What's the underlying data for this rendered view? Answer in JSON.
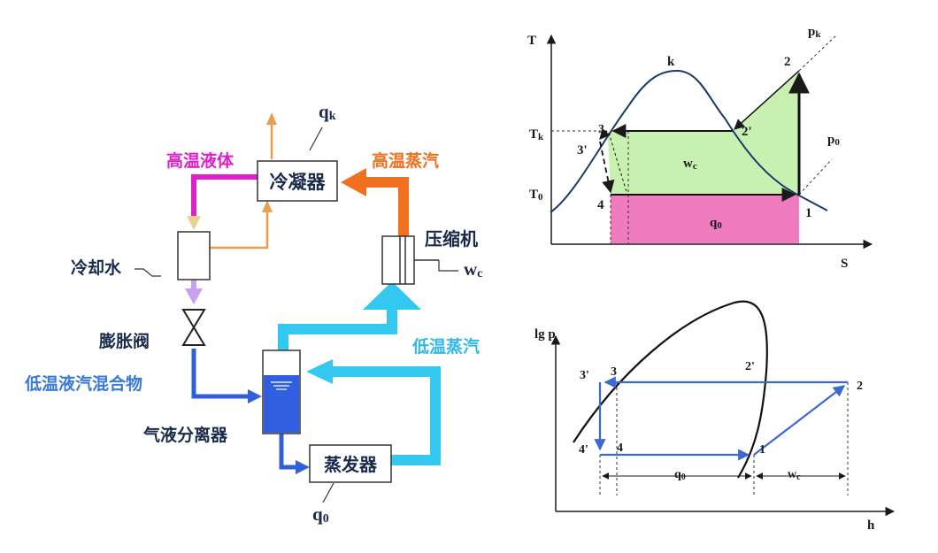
{
  "colors": {
    "cyan": "#33c8f0",
    "orange": "#f07020",
    "magenta": "#e020c8",
    "blue_pipe": "#3060d8",
    "tan": "#e8a050",
    "lavender": "#c8a0f0",
    "dark_blue": "#1a3a8a",
    "green_fill": "#c8f0b0",
    "pink_fill": "#f07cc0",
    "text_dark": "#1a2a4a",
    "lgph_blue": "#3a6ad0",
    "label_magenta": "#e020c8",
    "label_orange": "#f07020",
    "label_blue": "#3a7ad8",
    "label_cyan": "#33b8e8"
  },
  "schematic": {
    "qk_label": "q",
    "qk_sub": "k",
    "condenser_label": "冷凝器",
    "high_temp_liquid": "高温液体",
    "high_temp_vapor": "高温蒸汽",
    "compressor_label": "压缩机",
    "wc_label": "w",
    "wc_sub": "c",
    "cooling_water": "冷却水",
    "expansion_valve": "膨胀阀",
    "mixture_label": "低温液汽混合物",
    "low_temp_vapor": "低温蒸汽",
    "separator_label": "气液分离器",
    "evaporator_label": "蒸发器",
    "q0_label": "q",
    "q0_sub": "0"
  },
  "ts_diagram": {
    "t_axis": "T",
    "s_axis": "S",
    "tk_label": "T",
    "tk_sub": "k",
    "t0_label": "T",
    "t0_sub": "0",
    "pk_label": "p",
    "pk_sub": "k",
    "p0_label": "p",
    "p0_sub": "0",
    "k_label": "k",
    "pt_2": "2",
    "pt_2p": "2'",
    "pt_3": "3",
    "pt_3p": "3'",
    "pt_4": "4",
    "pt_1": "1",
    "wc_label": "w",
    "wc_sub": "c",
    "q0_label": "q",
    "q0_sub": "0"
  },
  "lgph_diagram": {
    "y_axis": "lg p",
    "x_axis": "h",
    "pt_3p": "3'",
    "pt_3": "3",
    "pt_2p": "2'",
    "pt_2": "2",
    "pt_4p": "4'",
    "pt_4": "4",
    "pt_1": "1",
    "q0_label": "q",
    "q0_sub": "0",
    "wc_label": "w",
    "wc_sub": "c"
  }
}
